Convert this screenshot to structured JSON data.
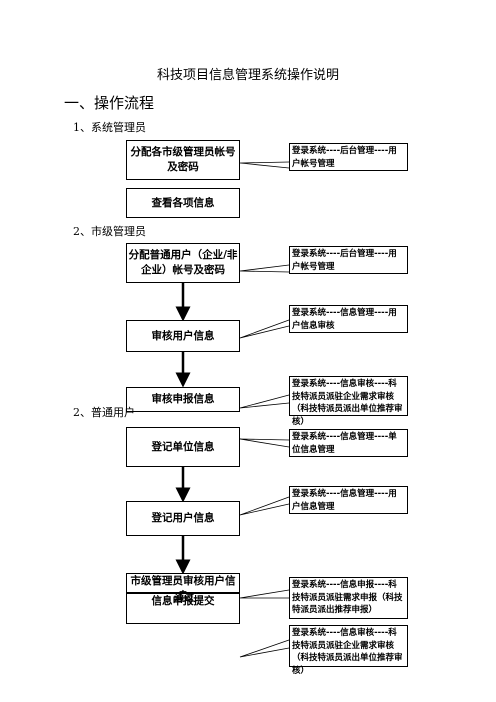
{
  "doc": {
    "title": "科技项目信息管理系统操作说明",
    "section_heading": "一、操作流程",
    "roles": {
      "sysadmin": "1、系统管理员",
      "city_admin": "2、市级管理员",
      "normal_user": "2、普通用户"
    }
  },
  "flow": {
    "sys_box1": "分配各市级管理员帐号及密码",
    "sys_box2": "查看各项信息",
    "city_box1": "分配普通用户（企业/非企业）帐号及密码",
    "city_box2": "审核用户信息",
    "city_box3": "审核申报信息",
    "user_box1": "登记单位信息",
    "user_box2": "登记用户信息",
    "user_box3_top": "市级管理员审核用户信息",
    "user_box3_mid": "通过",
    "user_box3_bottom": "信息申报提交"
  },
  "notes": {
    "n1": "登录系统----后台管理----用户帐号管理",
    "n2": "登录系统----后台管理----用户帐号管理",
    "n3": "登录系统----信息管理----用户信息审核",
    "n4": "登录系统----信息审核----科技特派员派驻企业需求审核（科技特派员派出单位推荐审核）",
    "n5": "登录系统----信息管理----单位信息管理",
    "n6": "登录系统----信息管理----用户信息管理",
    "n7": "登录系统----信息申报----科技特派员派驻需求申报（科技特派员派出推荐申报）",
    "n8": "登录系统----信息审核----科技特派员派驻企业需求审核（科技特派员派出单位推荐审核）"
  }
}
